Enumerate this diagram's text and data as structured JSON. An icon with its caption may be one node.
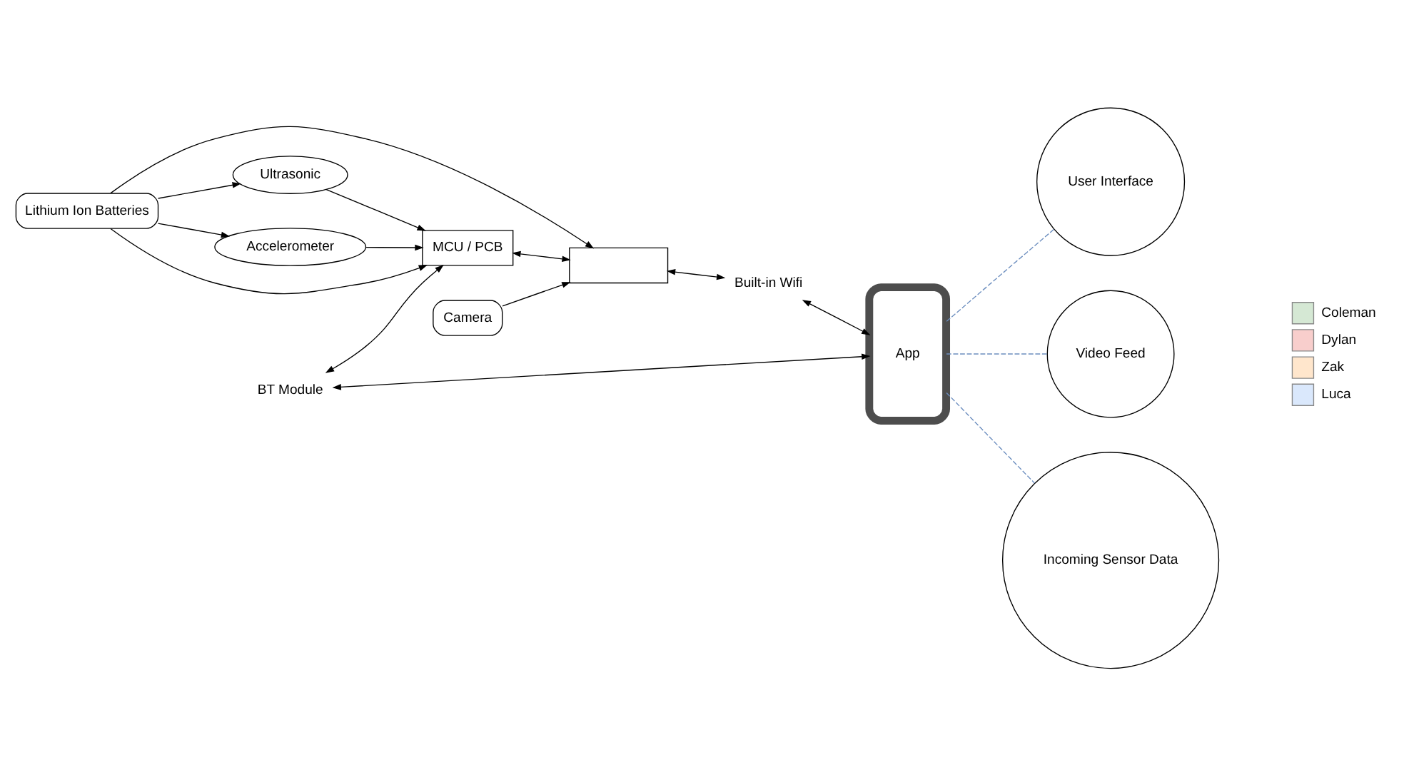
{
  "diagram": {
    "nodes": [
      {
        "text": [
          "Ultrasonic"
        ]
      },
      {
        "text": [
          "Accelerometer"
        ]
      },
      {
        "text": [
          "MCU / PCB"
        ]
      },
      {
        "text": [
          "Lithium Ion Batteries"
        ]
      },
      {
        "text": [
          "BT Module"
        ]
      },
      {
        "text": [
          "App"
        ]
      },
      {
        "text": [
          "User Interface"
        ]
      },
      {
        "text": [],
        "shape": "box"
      },
      {
        "text": [
          "Built-in Wifi"
        ]
      },
      {
        "text": [
          "Video Feed"
        ]
      },
      {
        "text": [
          "Incoming Sensor Data"
        ]
      },
      {
        "text": [
          "Camera"
        ]
      }
    ],
    "edges": [
      {
        "from": 3,
        "to": 0,
        "arrow": "to"
      },
      {
        "from": 3,
        "to": 1,
        "arrow": "to"
      },
      {
        "from": 1,
        "to": 2,
        "arrow": "to"
      },
      {
        "from": 0,
        "to": 2,
        "arrow": "to"
      },
      {
        "from": 3,
        "to": 2,
        "arrow": "to"
      },
      {
        "from": 4,
        "to": 2,
        "arrow": "both"
      },
      {
        "from": 4,
        "to": 5,
        "arrow": "both"
      },
      {
        "from": 2,
        "to": 7,
        "arrow": "both"
      },
      {
        "from": 3,
        "to": 7,
        "arrow": "to"
      },
      {
        "from": 11,
        "to": 7,
        "arrow": "to"
      },
      {
        "from": 7,
        "to": 8,
        "arrow": "both"
      },
      {
        "from": 8,
        "to": 5,
        "arrow": "both"
      },
      {
        "from": 5,
        "to": 6,
        "arrow": "none",
        "style": "dashed",
        "color": "#6c8ebf"
      },
      {
        "from": 5,
        "to": 9,
        "arrow": "none",
        "style": "dashed",
        "color": "#6c8ebf"
      },
      {
        "from": 5,
        "to": 10,
        "arrow": "none",
        "style": "dashed",
        "color": "#6c8ebf"
      }
    ],
    "legend": [
      {
        "text": "Coleman",
        "color": "#d5e8d4"
      },
      {
        "text": "Dylan",
        "color": "#f8cecc"
      },
      {
        "text": "Zak",
        "color": "#ffe6cc"
      },
      {
        "text": "Luca",
        "color": "#dae8fc"
      }
    ]
  }
}
